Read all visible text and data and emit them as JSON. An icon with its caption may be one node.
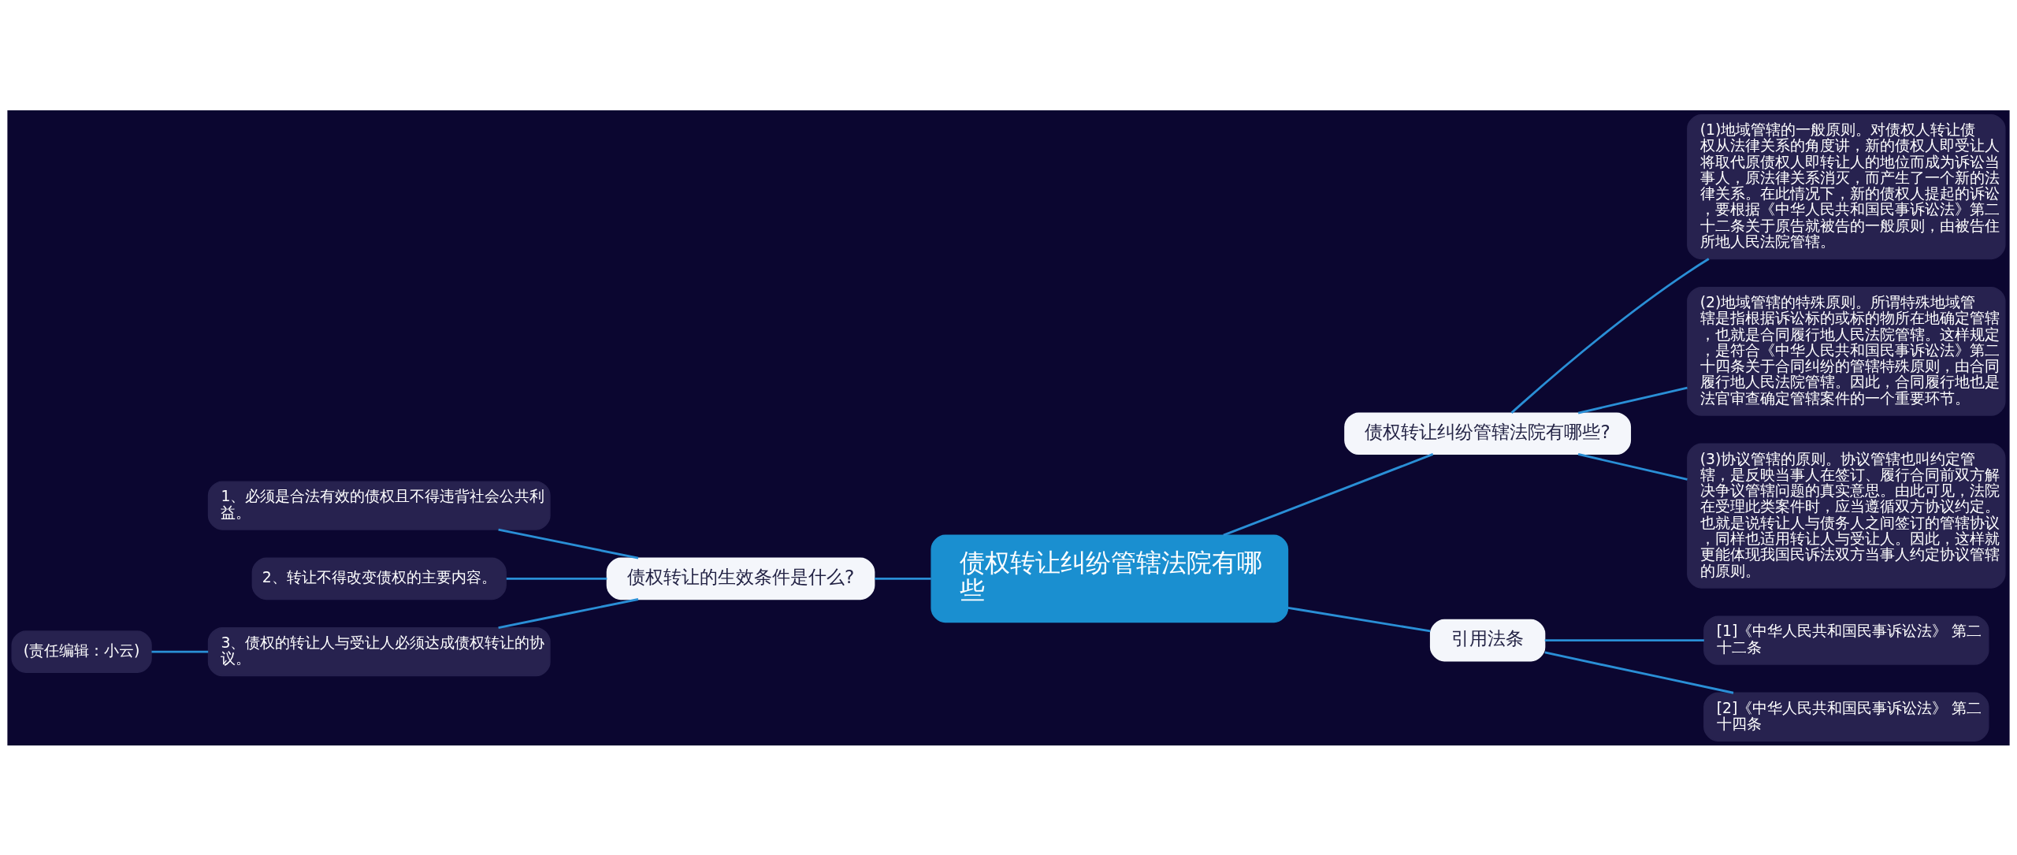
{
  "diagram": {
    "nodes": [
      {
        "text": [
          "债权转让纠纷管辖法院有哪些"
        ]
      },
      {
        "text": [
          "债权转让纠纷管辖法院有哪些?"
        ]
      },
      {
        "text": [
          "(1)地域管辖的一般原则。对债权人转让债权从法律关系的角度讲，新的债权人即受让人将取代原债权人即转让人的地位而成为诉讼当事人，原法律关系消灭，而产生了一个新的法律关系。在此情况下，新的债权人提起的诉讼，要根据《中华人民共和国民事诉讼法》第二十二条关于原告就被告的一般原则，由被告住所地人民法院管辖。"
        ]
      },
      {
        "text": [
          "(2)地域管辖的特殊原则。所谓特殊地域管辖是指根据诉讼标的或标的物所在地确定管辖，也就是合同履行地人民法院管辖。这样规定，是符合《中华人民共和国民事诉讼法》第二十四条关于合同纠纷的管辖特殊原则，由合同履行地人民法院管辖。因此，合同履行地也是法官审查确定管辖案件的一个重要环节。"
        ]
      },
      {
        "text": [
          "(3)协议管辖的原则。协议管辖也叫约定管辖，是反映当事人在签订、履行合同前双方解决争议管辖问题的真实意思。由此可见，法院在受理此类案件时，应当遵循双方协议约定。也就是说转让人与债务人之间签订的管辖协议，同样也适用转让人与受让人。因此，这样就更能体现我国民诉法双方当事人约定协议管辖的原则。"
        ]
      },
      {
        "text": [
          "引用法条"
        ]
      },
      {
        "text": [
          "[1]《中华人民共和国民事诉讼法》 第二十二条"
        ]
      },
      {
        "text": [
          "[2]《中华人民共和国民事诉讼法》 第二十四条"
        ]
      },
      {
        "text": [
          "债权转让的生效条件是什么?"
        ]
      },
      {
        "text": [
          "1、必须是合法有效的债权且不得违背社会公共利益。"
        ]
      },
      {
        "text": [
          "2、转让不得改变债权的主要内容。"
        ]
      },
      {
        "text": [
          "3、债权的转让人与受让人必须达成债权转让的协议。"
        ]
      },
      {
        "text": [
          "(责任编辑：小云)"
        ]
      }
    ],
    "edges": [
      {
        "from": 0,
        "to": 1,
        "arrow": "none"
      },
      {
        "from": 1,
        "to": 2,
        "arrow": "none"
      },
      {
        "from": 1,
        "to": 3,
        "arrow": "none"
      },
      {
        "from": 1,
        "to": 4,
        "arrow": "none"
      },
      {
        "from": 0,
        "to": 5,
        "arrow": "none"
      },
      {
        "from": 5,
        "to": 6,
        "arrow": "none"
      },
      {
        "from": 5,
        "to": 7,
        "arrow": "none"
      },
      {
        "from": 8,
        "to": 0,
        "arrow": "none"
      },
      {
        "from": 9,
        "to": 8,
        "arrow": "none"
      },
      {
        "from": 10,
        "to": 8,
        "arrow": "none"
      },
      {
        "from": 11,
        "to": 8,
        "arrow": "none"
      },
      {
        "from": 12,
        "to": 11,
        "arrow": "none"
      }
    ]
  }
}
